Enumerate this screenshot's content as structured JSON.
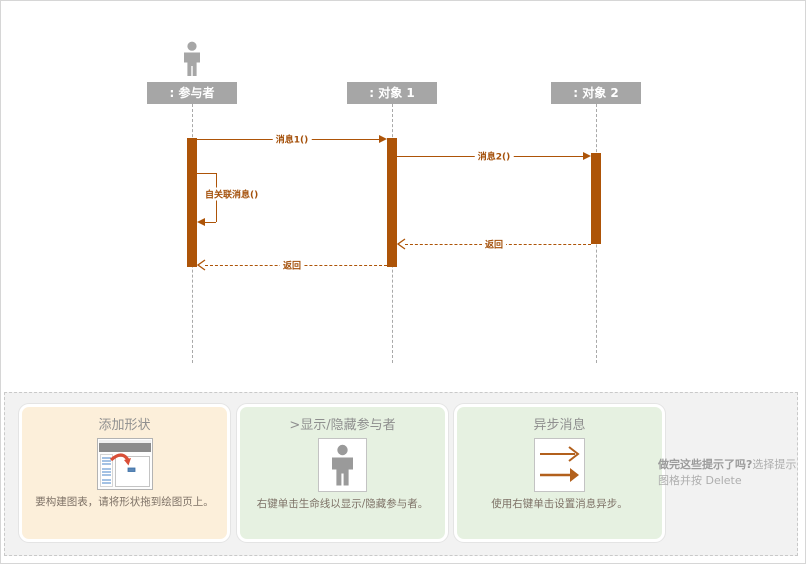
{
  "diagram": {
    "lifelines": [
      {
        "label": ": 参与者"
      },
      {
        "label": ": 对象 1"
      },
      {
        "label": ": 对象 2"
      }
    ],
    "messages": [
      {
        "label": "消息1()",
        "type": "sync",
        "from": ": 参与者",
        "to": ": 对象 1"
      },
      {
        "label": "消息2()",
        "type": "sync",
        "from": ": 对象 1",
        "to": ": 对象 2"
      },
      {
        "label": "自关联消息()",
        "type": "self",
        "from": ": 参与者",
        "to": ": 参与者"
      },
      {
        "label": "返回",
        "type": "return",
        "from": ": 对象 2",
        "to": ": 对象 1"
      },
      {
        "label": "返回",
        "type": "return",
        "from": ": 对象 1",
        "to": ": 参与者"
      }
    ],
    "colors": {
      "message_accent": "#ad5408",
      "lifeline_gray": "#a6a6a6"
    }
  },
  "tips": {
    "cards": [
      {
        "title": "添加形状",
        "body": "要构建图表，请将形状拖到绘图页上。",
        "icon": "drag-shape-to-page-icon",
        "bg": "#fcefda"
      },
      {
        "title": ">显示/隐藏参与者",
        "body": "右键单击生命线以显示/隐藏参与者。",
        "icon": "participant-person-icon",
        "bg": "#e6f1e1"
      },
      {
        "title": "异步消息",
        "body": "使用右键单击设置消息异步。",
        "icon": "async-message-arrows-icon",
        "bg": "#e6f1e1"
      }
    ],
    "footnote": {
      "bold": "做完这些提示了吗?",
      "rest": "选择提示图格并按 Delete"
    }
  }
}
